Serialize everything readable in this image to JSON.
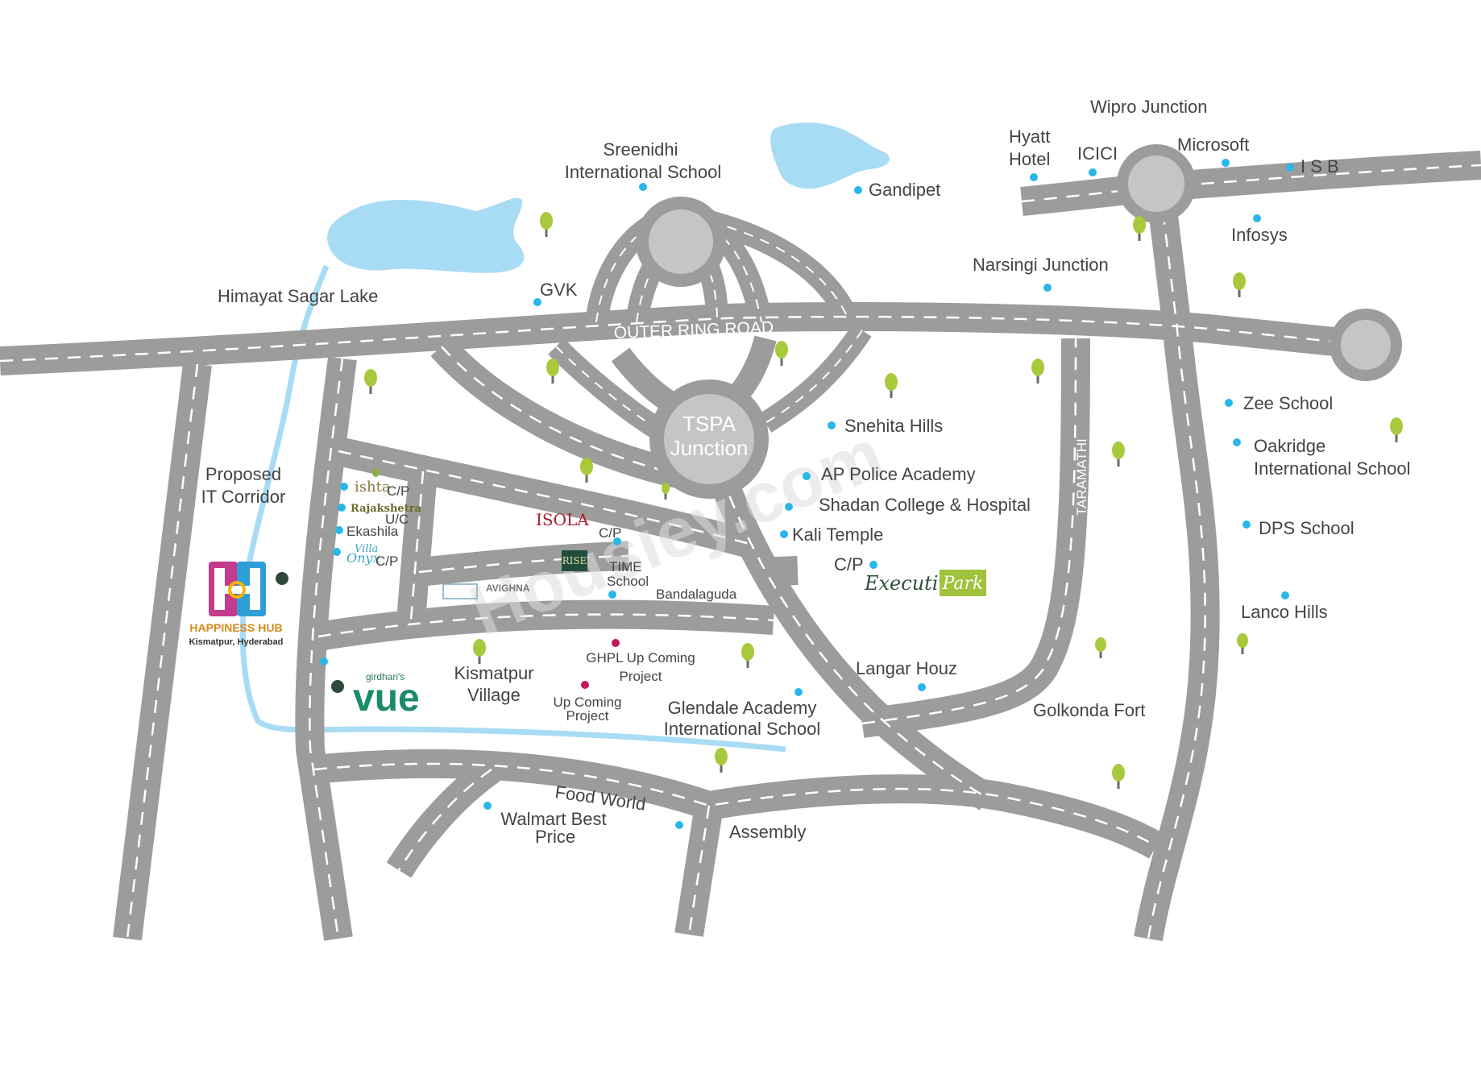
{
  "colors": {
    "road": "#9c9c9c",
    "junction": "#c5c5c8",
    "water": "#a8dcf5",
    "poi_dot": "#29b6e8",
    "project_dot": "#c2185b",
    "marker_dot": "#2e4a3a",
    "tree": "#a8c93c",
    "label": "#444444",
    "watermark": "#dddddd"
  },
  "roads": {
    "outer_ring_road": "OUTER RING ROAD",
    "taramathi": "TARAMATHI"
  },
  "junctions": {
    "tspa_line1": "TSPA",
    "tspa_line2": "Junction"
  },
  "water": {
    "himayat": "Himayat Sagar Lake",
    "gandipet": "Gandipet"
  },
  "places": {
    "wipro_junction": "Wipro Junction",
    "hyatt_line1": "Hyatt",
    "hyatt_line2": "Hotel",
    "icici": "ICICI",
    "microsoft": "Microsoft",
    "isb": "I S B",
    "infosys": "Infosys",
    "sreenidhi_line1": "Sreenidhi",
    "sreenidhi_line2": "International School",
    "narsingi": "Narsingi Junction",
    "gvk": "GVK",
    "zee": "Zee School",
    "oakridge_line1": "Oakridge",
    "oakridge_line2": "International School",
    "dps": "DPS School",
    "lanco": "Lanco Hills",
    "snehita": "Snehita Hills",
    "ap_police": "AP Police Academy",
    "shadan": "Shadan College & Hospital",
    "kali": "Kali Temple",
    "cp": "C/P",
    "proposed_line1": "Proposed",
    "proposed_line2": "IT Corridor",
    "time_line1": "TIME",
    "time_line2": "School",
    "bandalaguda": "Bandalaguda",
    "langar": "Langar Houz",
    "golkonda": "Golkonda Fort",
    "kismatpur_line1": "Kismatpur",
    "kismatpur_line2": "Village",
    "ghpl_line1": "GHPL Up Coming",
    "ghpl_line2": "Project",
    "upcoming_line1": "Up Coming",
    "upcoming_line2": "Project",
    "glendale_line1": "Glendale Academy",
    "glendale_line2": "International School",
    "food_world": "Food World",
    "walmart_line1": "Walmart Best",
    "walmart_line2": "Price",
    "assembly": "Assembly"
  },
  "projects": {
    "ishta": "ishta",
    "ishta_status": "C/P",
    "rajakshetra": "Rajakshetra",
    "rajakshetra_status": "U/C",
    "ekashila": "Ekashila",
    "villa_onyx_line1": "Villa",
    "villa_onyx_line2": "Onyx",
    "villa_onyx_status": "C/P",
    "isola": "ISOLA",
    "isola_status": "C/P",
    "rise": "RISE",
    "avighna": "AVIGHNA",
    "executive_park_1": "Executive",
    "executive_park_2": "Park",
    "happiness_hub": "HAPPINESS HUB",
    "happiness_hub_loc": "Kismatpur, Hyderabad",
    "girdhari_1": "girdhari's",
    "girdhari_2": "vue"
  },
  "watermark": "Housiey.com",
  "icons": {
    "tree": "tree-icon",
    "poi": "location-dot-icon",
    "project": "project-dot-icon",
    "happiness_hub_logo": "happiness-hub-logo-icon"
  }
}
